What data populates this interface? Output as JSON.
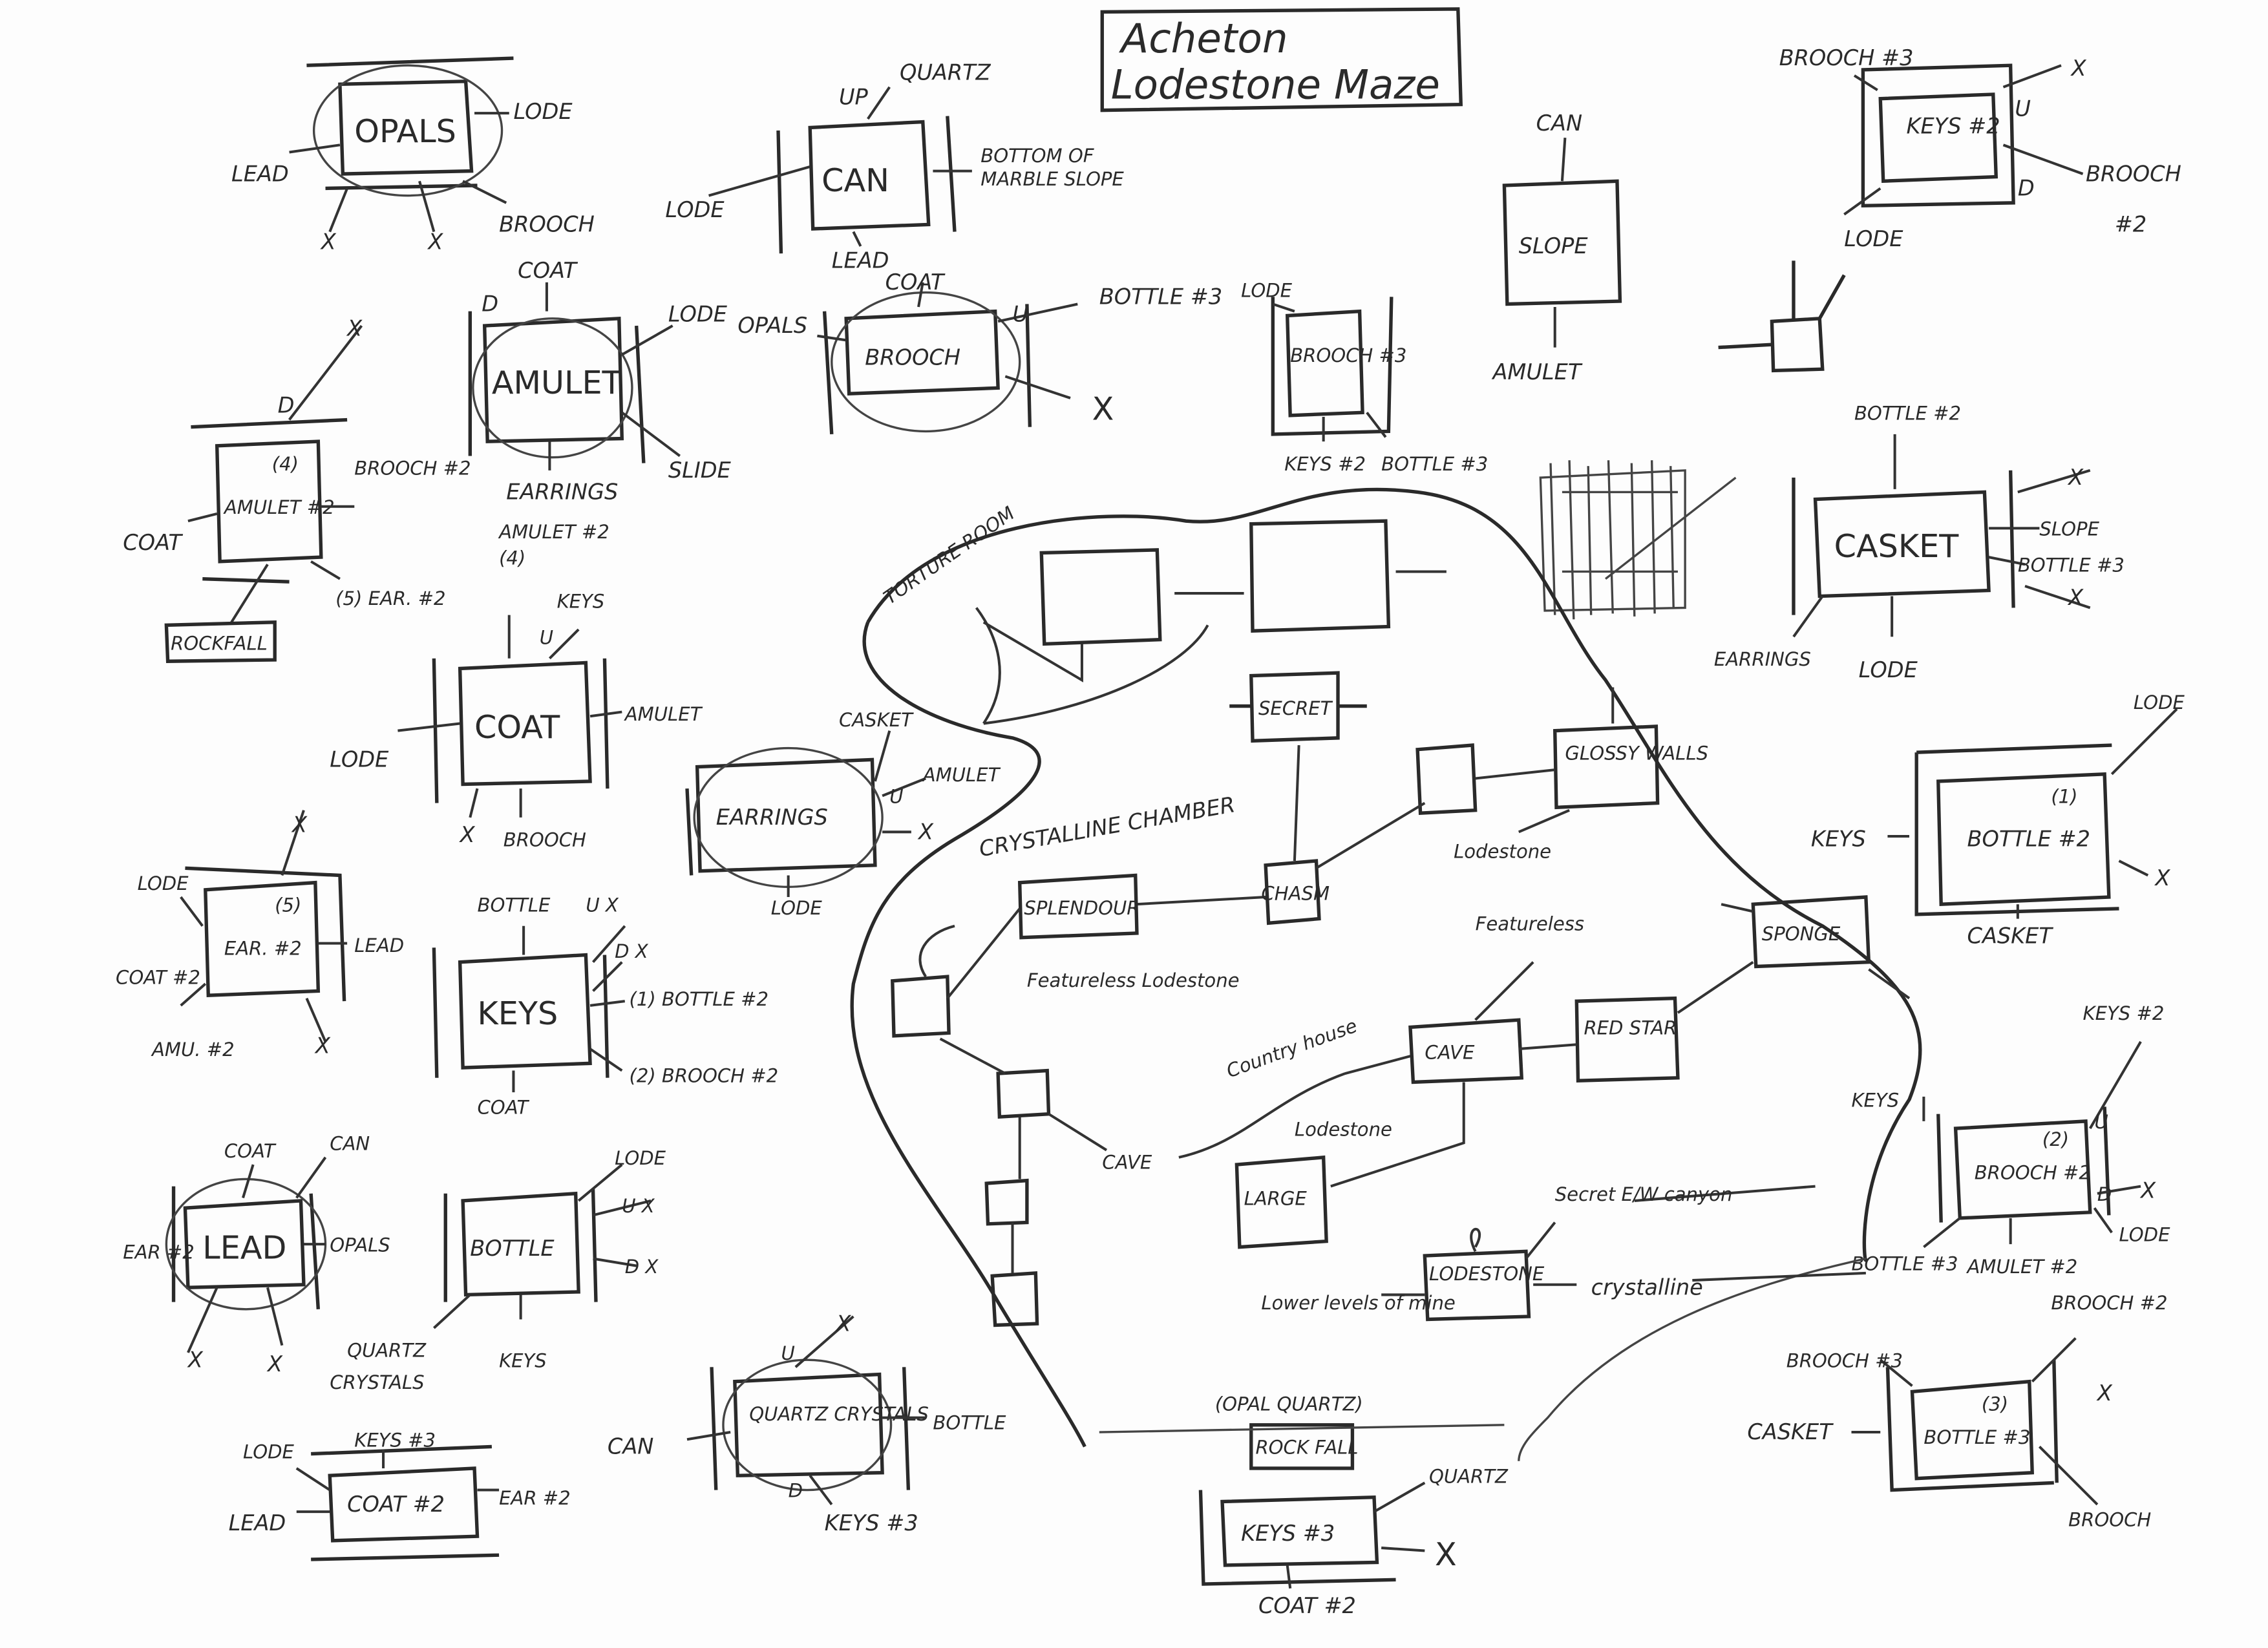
{
  "title": {
    "line1": "Acheton",
    "line2": "Lodestone Maze"
  },
  "nodes": {
    "opals": {
      "label": "OPALS",
      "exits": [
        "LEAD",
        "LODE",
        "BROOCH",
        "X",
        "X"
      ]
    },
    "can": {
      "label": "CAN",
      "exits": [
        "UP",
        "QUARTZ",
        "LODE",
        "LEAD",
        "BOTTOM OF",
        "MARBLE SLOPE"
      ]
    },
    "keys2": {
      "label": "KEYS #2",
      "exits": [
        "BROOCH #3",
        "X",
        "BROOCH",
        "#2",
        "LODE",
        "U",
        "D"
      ]
    },
    "slope": {
      "label": "SLOPE",
      "exits": [
        "CAN",
        "AMULET"
      ]
    },
    "amulet": {
      "label": "AMULET",
      "exits": [
        "COAT",
        "LODE",
        "SLIDE",
        "EARRINGS",
        "D"
      ]
    },
    "brooch": {
      "label": "BROOCH",
      "exits": [
        "COAT",
        "OPALS",
        "BOTTLE #3",
        "X",
        "U"
      ]
    },
    "brooch3": {
      "label": "BROOCH #3",
      "exits": [
        "LODE",
        "KEYS #2",
        "BOTTLE #3"
      ]
    },
    "casket": {
      "label": "CASKET",
      "exits": [
        "BOTTLE #2",
        "SLOPE",
        "BOTTLE #3",
        "EARRINGS",
        "LODE",
        "X",
        "X"
      ]
    },
    "amulet2": {
      "label": "AMULET #2",
      "note": "(4)",
      "exits": [
        "COAT",
        "BROOCH #2",
        "(5) EAR. #2",
        "X",
        "D"
      ],
      "rockfall": "ROCKFALL"
    },
    "coat": {
      "label": "COAT",
      "exits": [
        "AMULET #2",
        "(4)",
        "KEYS",
        "U",
        "LODE",
        "AMULET",
        "X",
        "BROOCH"
      ]
    },
    "earrings": {
      "label": "EARRINGS",
      "exits": [
        "CASKET",
        "U",
        "AMULET",
        "X",
        "LODE"
      ]
    },
    "bottle2": {
      "label": "BOTTLE #2",
      "note": "(1)",
      "exits": [
        "LODE",
        "KEYS",
        "X",
        "CASKET"
      ]
    },
    "ear2": {
      "label": "EAR. #2",
      "note": "(5)",
      "exits": [
        "LODE",
        "COAT #2",
        "LEAD",
        "AMU. #2",
        "X",
        "X"
      ]
    },
    "keys": {
      "label": "KEYS",
      "exits": [
        "BOTTLE",
        "U X",
        "D X",
        "(1) BOTTLE #2",
        "(2) BROOCH #2",
        "COAT"
      ]
    },
    "lead": {
      "label": "LEAD",
      "exits": [
        "COAT",
        "CAN",
        "EAR #2",
        "OPALS",
        "X",
        "X"
      ]
    },
    "bottle": {
      "label": "BOTTLE",
      "exits": [
        "LODE",
        "U X",
        "D X",
        "QUARTZ",
        "CRYSTALS",
        "KEYS"
      ]
    },
    "quartz": {
      "label": "QUARTZ CRYSTALS",
      "exits": [
        "CAN",
        "BOTTLE",
        "KEYS #3",
        "X",
        "U",
        "D"
      ]
    },
    "coat2": {
      "label": "COAT #2",
      "exits": [
        "KEYS #3",
        "LODE",
        "LEAD",
        "EAR #2"
      ]
    },
    "keys3": {
      "label": "KEYS #3",
      "exits": [
        "ROCK FALL",
        "QUARTZ",
        "X",
        "COAT #2"
      ]
    },
    "brooch2": {
      "label": "BROOCH #2",
      "note": "(2)",
      "exits": [
        "KEYS #2",
        "KEYS",
        "X",
        "LODE",
        "BOTTLE #3",
        "AMULET #2",
        "U",
        "D"
      ]
    },
    "bottle3": {
      "label": "BOTTLE #3",
      "note": "(3)",
      "exits": [
        "BROOCH #3",
        "BROOCH #2",
        "CASKET",
        "X",
        "BROOCH"
      ]
    }
  },
  "maze": {
    "torture_room": "TORTURE ROOM",
    "secret": "SECRET",
    "glossy_walls": "GLOSSY WALLS",
    "chasm": "CHASM",
    "crystalline": "CRYSTALLINE CHAMBER",
    "splendour": "SPLENDOUR",
    "featureless_lodestone": "Featureless Lodestone",
    "lodestone": "Lodestone",
    "featureless": "Featureless",
    "sponge": "SPONGE",
    "red_star": "RED STAR",
    "cave_box": "CAVE",
    "country_house": "Country house",
    "cave_text": "CAVE",
    "lodestone2": "Lodestone",
    "large": "LARGE",
    "secret_canyon": "Secret E/W canyon",
    "lodestone_box": "LODESTONE",
    "crystalline2": "crystalline",
    "lower_levels": "Lower levels of mine",
    "opal_quartz": "(OPAL QUARTZ)"
  }
}
